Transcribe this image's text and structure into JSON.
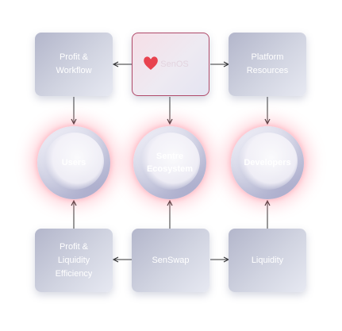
{
  "boxes": {
    "profit_workflow": "Profit &\nWorkflow",
    "senos": "SenOS",
    "platform_resources": "Platform\nResources",
    "profit_liquidity_efficiency": "Profit &\nLiquidity\nEfficiency",
    "senswap": "SenSwap",
    "liquidity": "Liquidity"
  },
  "spheres": {
    "users": "Users",
    "sentre_ecosystem": "Sentre\nEcosystem",
    "developers": "Developers"
  },
  "colors": {
    "brand_heart": "#e8434f",
    "arrow": "#333333",
    "senos_border": "#b04a6a"
  }
}
